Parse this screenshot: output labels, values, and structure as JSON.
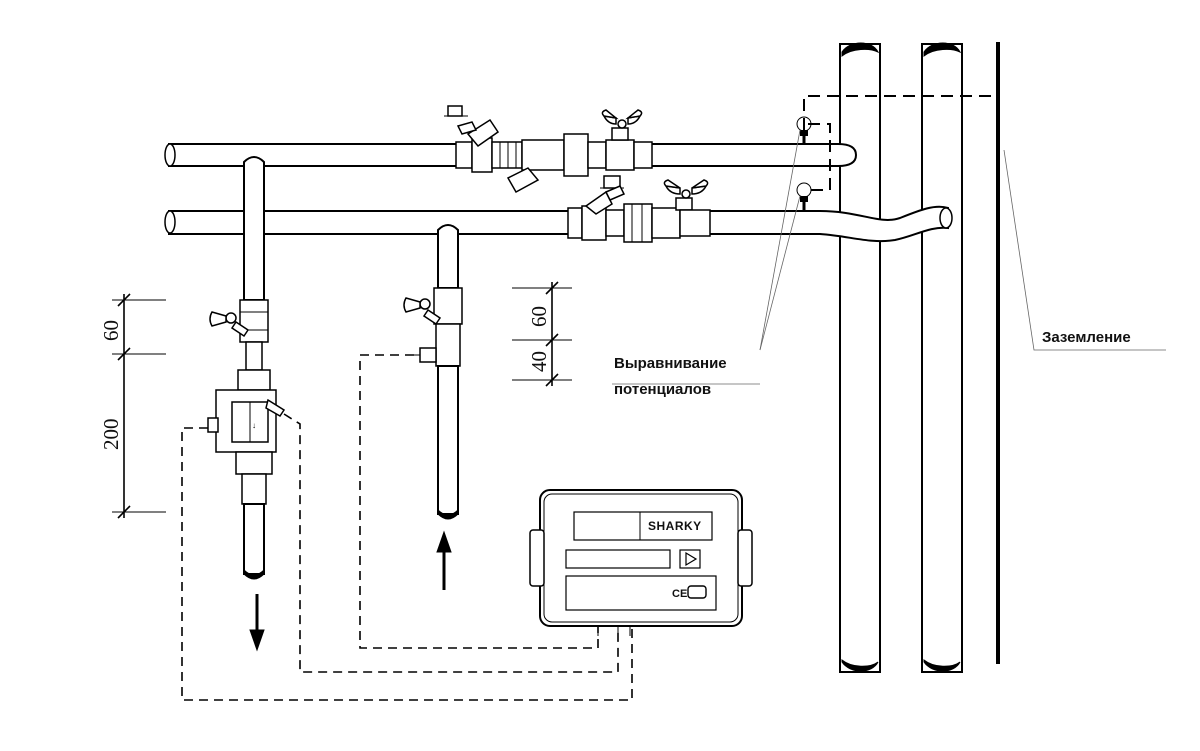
{
  "labels": {
    "grounding": "Заземление",
    "equalization_line1": "Выравнивание",
    "equalization_line2": "потенциалов"
  },
  "dimensions": {
    "left_top": "60",
    "left_bottom": "200",
    "mid_top": "60",
    "mid_bottom": "40"
  },
  "meter": {
    "brand": "SHARKY",
    "mark": "CE",
    "play_icon": "play-triangle-icon"
  },
  "flow_arrows": {
    "left": "down",
    "middle": "up"
  }
}
